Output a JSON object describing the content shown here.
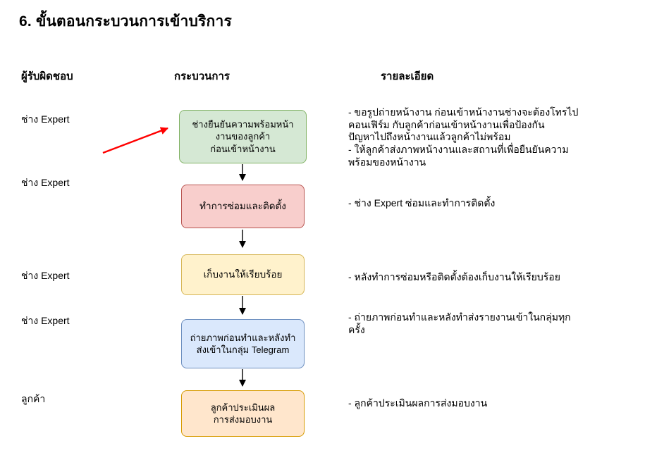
{
  "title": "6. ขั้นตอนกระบวนการเข้าบริการ",
  "columns": {
    "responsible": "ผู้รับผิดชอบ",
    "process": "กระบวนการ",
    "details": "รายละเอียด"
  },
  "colors": {
    "flow_arrow": "#000000",
    "highlight_arrow": "#ff0000",
    "step1_fill": "#d5e8d4",
    "step1_border": "#82b366",
    "step2_fill": "#f8cecc",
    "step2_border": "#b85450",
    "step3_fill": "#fff2cc",
    "step3_border": "#d6b656",
    "step4_fill": "#dae8fc",
    "step4_border": "#6c8ebf",
    "step5_fill": "#ffe6cc",
    "step5_border": "#d79b00"
  },
  "rows": [
    {
      "responsible": "ช่าง Expert",
      "box_label": "ช่างยืนยันความพร้อมหน้า\nงานของลูกค้า\nก่อนเข้าหน้างาน",
      "box_fill": "#d5e8d4",
      "box_border": "#82b366",
      "details": "- ขอรูปถ่ายหน้างาน ก่อนเข้าหน้างานช่างจะต้องโทรไป\nคอนเฟิร์ม กับลูกค้าก่อนเข้าหน้างานเพื่อป้องกัน\nปัญหาไปถึงหน้างานแล้วลูกค้าไม่พร้อม\n- ให้ลูกค้าส่งภาพหน้างานและสถานที่เพื่อยืนยันความ\nพร้อมของหน้างาน"
    },
    {
      "responsible": "ช่าง Expert",
      "box_label": "ทำการซ่อมและติดตั้ง",
      "box_fill": "#f8cecc",
      "box_border": "#b85450",
      "details": "- ช่าง Expert ซ่อมและทำการติดตั้ง"
    },
    {
      "responsible": "ช่าง Expert",
      "box_label": "เก็บงานให้เรียบร้อย",
      "box_fill": "#fff2cc",
      "box_border": "#d6b656",
      "details": "- หลังทำการซ่อมหรือติดตั้งต้องเก็บงานให้เรียบร้อย"
    },
    {
      "responsible": "ช่าง Expert",
      "box_label": "ถ่ายภาพก่อนทำและหลังทำ\nส่งเข้าในกลุ่ม Telegram",
      "box_fill": "#dae8fc",
      "box_border": "#6c8ebf",
      "details": "- ถ่ายภาพก่อนทำและหลังทำส่งรายงานเข้าในกลุ่มทุก\nครั้ง"
    },
    {
      "responsible": "ลูกค้า",
      "box_label": "ลูกค้าประเมินผล\nการส่งมอบงาน",
      "box_fill": "#ffe6cc",
      "box_border": "#d79b00",
      "details": "- ลูกค้าประเมินผลการส่งมอบงาน"
    }
  ]
}
